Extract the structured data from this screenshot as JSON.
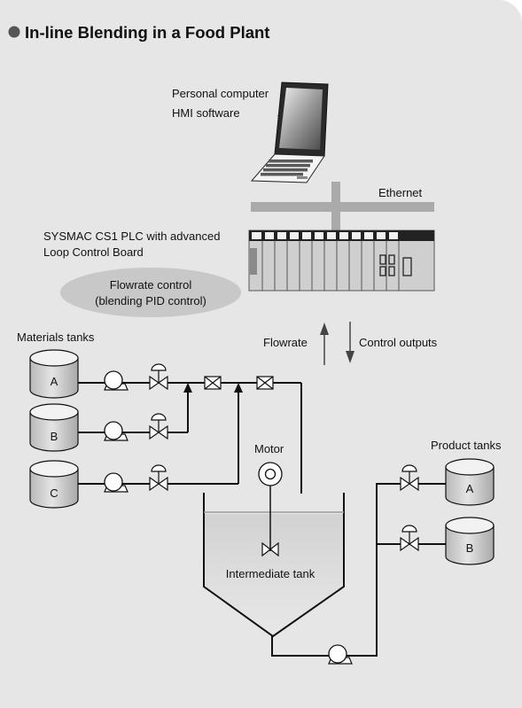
{
  "title": "In-line Blending in a Food Plant",
  "computer": {
    "line1": "Personal computer",
    "line2": "HMI software"
  },
  "network_label": "Ethernet",
  "plc": {
    "line1": "SYSMAC CS1 PLC with advanced",
    "line2": "Loop Control Board"
  },
  "control_bubble": {
    "line1": "Flowrate control",
    "line2": "(blending PID control)"
  },
  "signals": {
    "up_label": "Flowrate",
    "down_label": "Control outputs"
  },
  "materials": {
    "heading": "Materials tanks",
    "tanks": [
      "A",
      "B",
      "C"
    ]
  },
  "motor_label": "Motor",
  "intermediate_tank_label": "Intermediate tank",
  "products": {
    "heading": "Product tanks",
    "tanks": [
      "A",
      "B"
    ]
  },
  "colors": {
    "page_background": "#e6e6e6",
    "outer_background": "#ffffff",
    "bullet": "#555555",
    "pipe": "#111111",
    "network_bar": "#aaaaaa",
    "ellipse": "#c8c8c8",
    "tank_fill": "#d4d4d4",
    "plc_body": "#cfcfcf",
    "plc_rack_top": "#222222"
  }
}
